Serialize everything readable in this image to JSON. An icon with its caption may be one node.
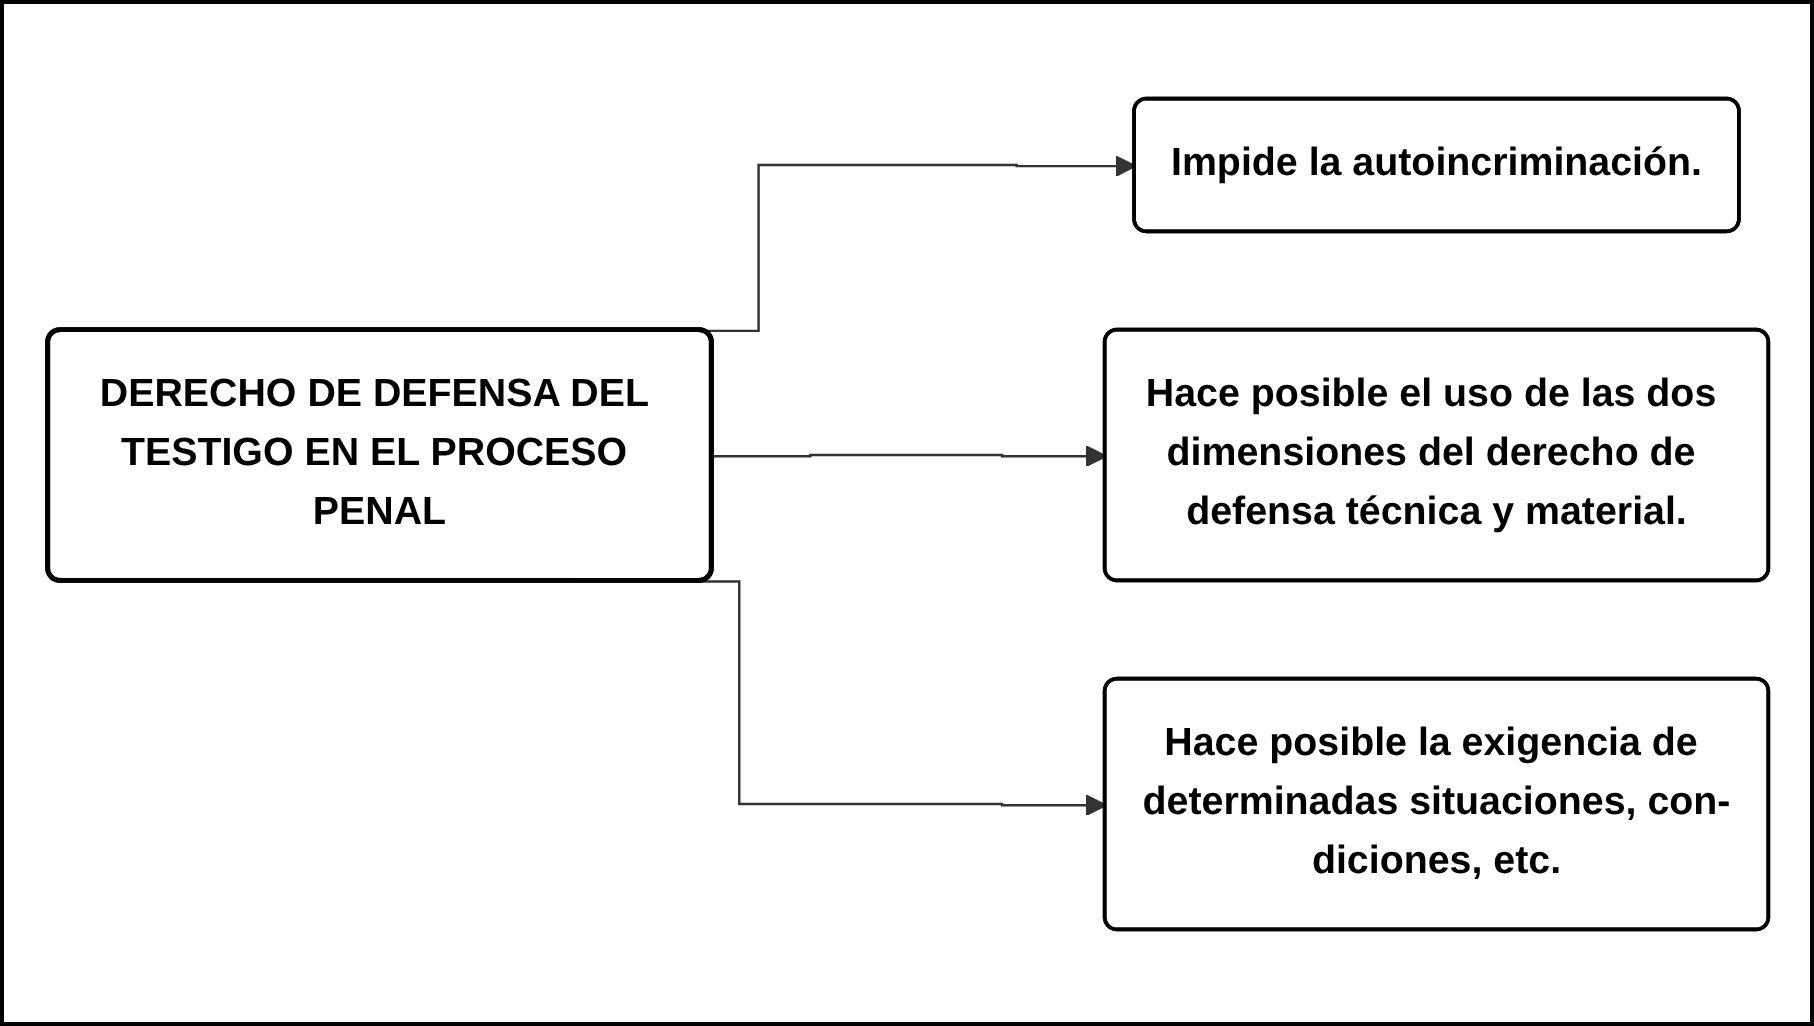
{
  "diagram": {
    "nodes": [
      {
        "text": [
          "DERECHO DE DEFENSA DEL TESTIGO EN EL PROCESO PENAL"
        ]
      },
      {
        "text": [
          "Impide la autoincriminación."
        ]
      },
      {
        "text": [
          "Hace posible el uso de las dos dimensiones del derecho de defensa técnica y material."
        ]
      },
      {
        "text": [
          "Hace posible la exigencia de determinadas situaciones, con-diciones, etc."
        ]
      }
    ],
    "edges": [
      {
        "from": 0,
        "to": 1,
        "arrow": "to"
      },
      {
        "from": 0,
        "to": 2,
        "arrow": "to"
      },
      {
        "from": 0,
        "to": 3,
        "arrow": "to"
      }
    ]
  }
}
